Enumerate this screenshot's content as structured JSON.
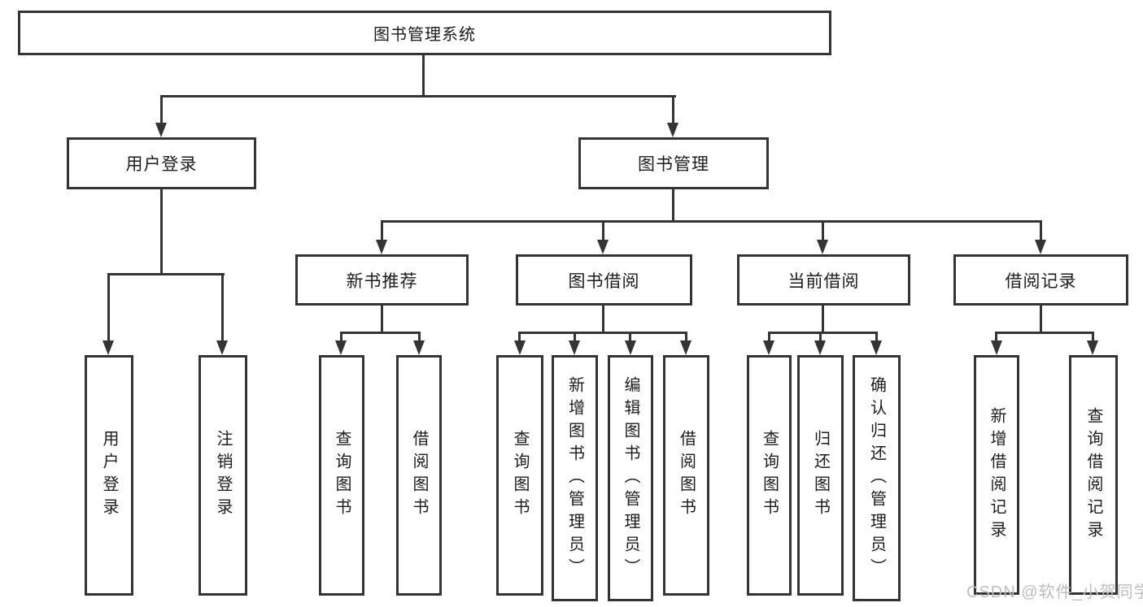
{
  "tree": {
    "root": "图书管理系统",
    "branches": [
      {
        "label": "用户登录",
        "children": [
          "用户登录",
          "注销登录"
        ]
      },
      {
        "label": "图书管理",
        "children": [
          {
            "label": "新书推荐",
            "children": [
              "查询图书",
              "借阅图书"
            ]
          },
          {
            "label": "图书借阅",
            "children": [
              "查询图书",
              "新增图书（管理员）",
              "编辑图书（管理员）",
              "借阅图书"
            ]
          },
          {
            "label": "当前借阅",
            "children": [
              "查询图书",
              "归还图书",
              "确认归还（管理员）"
            ]
          },
          {
            "label": "借阅记录",
            "children": [
              "新增借阅记录",
              "查询借阅记录"
            ]
          }
        ]
      }
    ]
  },
  "watermark": "CSDN @软件_小贺同学",
  "colors": {
    "line": "#343434",
    "text": "#1c1c1c",
    "background": "#ffffff",
    "watermark": "#bdbdbd"
  }
}
